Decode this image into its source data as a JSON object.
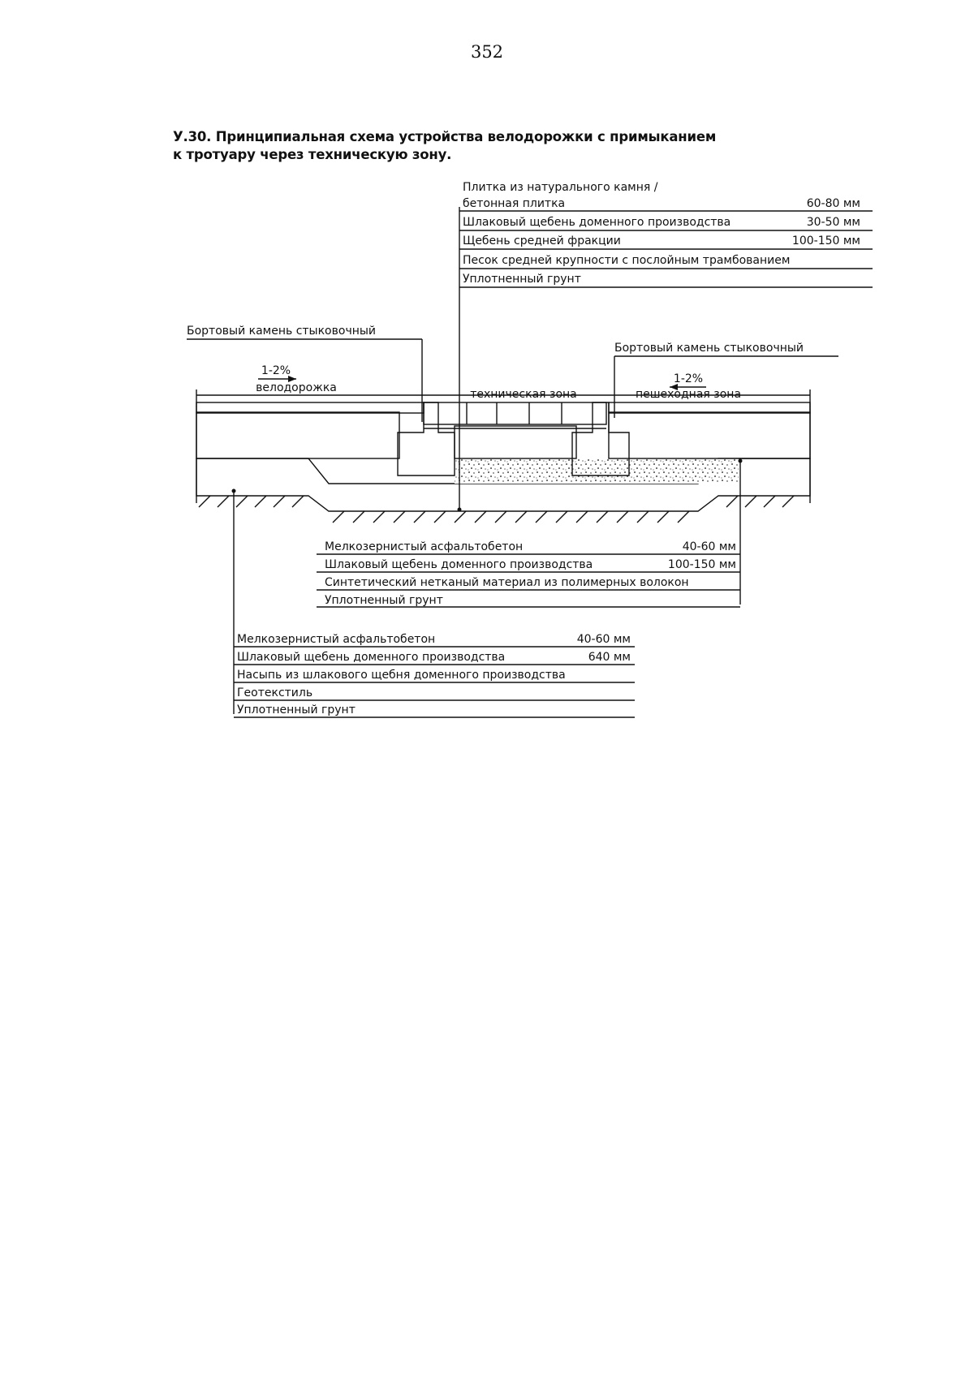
{
  "page": {
    "number": "352"
  },
  "caption": {
    "line1": "У.30. Принципиальная схема устройства велодорожки с примыканием",
    "line2": "к тротуару через техническую зону."
  },
  "diagram": {
    "curb_left_label": "Бортовый камень стыковочный",
    "curb_right_label": "Бортовый камень стыковочный",
    "bike_slope": "1-2%",
    "bike_zone": "велодорожка",
    "tech_zone": "техническая зона",
    "walk_slope": "1-2%",
    "walk_zone": "пешеходная зона"
  },
  "legend_top": {
    "rows": [
      {
        "label": "Плитка из натурального камня /",
        "value": ""
      },
      {
        "label": "бетонная плитка",
        "value": "60-80 мм"
      },
      {
        "label": "Шлаковый щебень доменного производства",
        "value": "30-50 мм"
      },
      {
        "label": "Щебень средней фракции",
        "value": "100-150 мм"
      },
      {
        "label": "Песок средней крупности с послойным трамбованием",
        "value": ""
      },
      {
        "label": "Уплотненный грунт",
        "value": ""
      }
    ]
  },
  "legend_middle": {
    "rows": [
      {
        "label": "Мелкозернистый асфальтобетон",
        "value": "40-60 мм"
      },
      {
        "label": "Шлаковый щебень доменного производства",
        "value": "100-150 мм"
      },
      {
        "label": "Синтетический нетканый материал из полимерных волокон",
        "value": ""
      },
      {
        "label": "Уплотненный грунт",
        "value": ""
      }
    ]
  },
  "legend_bottom": {
    "rows": [
      {
        "label": "Мелкозернистый асфальтобетон",
        "value": "40-60 мм"
      },
      {
        "label": "Шлаковый щебень доменного производства",
        "value": "640 мм"
      },
      {
        "label": "Насыпь из шлакового щебня доменного производства",
        "value": ""
      },
      {
        "label": "Геотекстиль",
        "value": ""
      },
      {
        "label": "Уплотненный грунт",
        "value": ""
      }
    ]
  }
}
